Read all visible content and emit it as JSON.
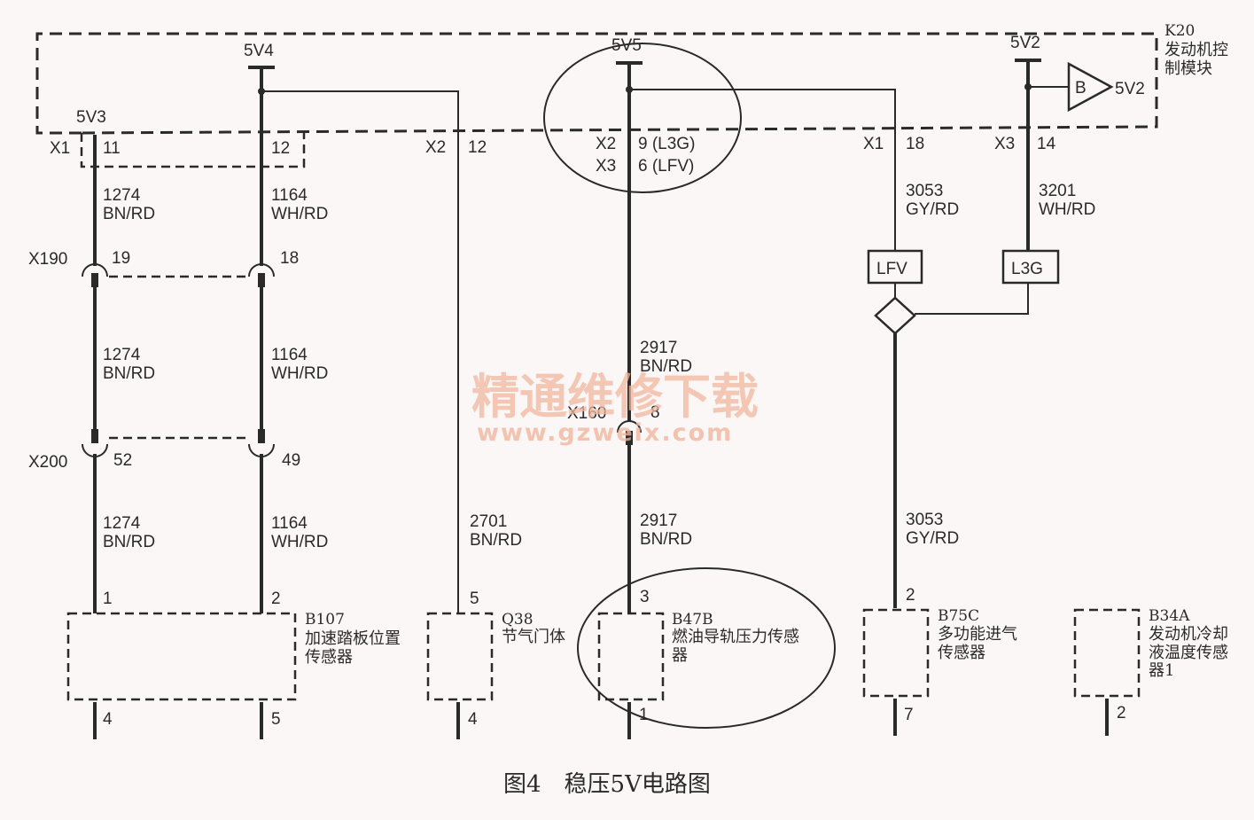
{
  "ecm": {
    "id": "K20",
    "name_line1": "发动机控",
    "name_line2": "制模块",
    "rails": {
      "v3": "5V3",
      "v4": "5V4",
      "v5": "5V5",
      "v2": "5V2"
    },
    "buffer_label": "B",
    "buffer_output": "5V2"
  },
  "connectors": {
    "x1a": "X1",
    "x1a_pin11": "11",
    "x1a_pin12": "12",
    "x2a": "X2",
    "x2a_pin": "12",
    "x2b": "X2",
    "x2b_pin": "9 (L3G)",
    "x3b": "X3",
    "x3b_pin": "6 (LFV)",
    "x1c": "X1",
    "x1c_pin": "18",
    "x3c": "X3",
    "x3c_pin": "14",
    "x190": "X190",
    "x190_pin_a": "19",
    "x190_pin_b": "18",
    "x200": "X200",
    "x200_pin_a": "52",
    "x200_pin_b": "49",
    "x160": "X160",
    "x160_pin": "8"
  },
  "wires": {
    "w1274": "1274",
    "bnrd": "BN/RD",
    "w1164": "1164",
    "whrd": "WH/RD",
    "w2701": "2701",
    "w2917": "2917",
    "w3053": "3053",
    "gyrd": "GY/RD",
    "w3201": "3201"
  },
  "options": {
    "lfv": "LFV",
    "l3g": "L3G"
  },
  "sensors": {
    "b107": {
      "id": "B107",
      "line1": "加速踏板位置",
      "line2": "传感器",
      "pin_a": "1",
      "pin_b": "2",
      "gnd_a": "4",
      "gnd_b": "5"
    },
    "q38": {
      "id": "Q38",
      "line1": "节气门体",
      "pin": "5",
      "gnd": "4"
    },
    "b47b": {
      "id": "B47B",
      "line1": "燃油导轨压力传感",
      "line2": "器",
      "pin": "3",
      "gnd": "1"
    },
    "b75c": {
      "id": "B75C",
      "line1": "多功能进气",
      "line2": "传感器",
      "pin": "2",
      "gnd": "7"
    },
    "b34a": {
      "id": "B34A",
      "line1": "发动机冷却",
      "line2": "液温度传感",
      "line3": "器1",
      "gnd": "2"
    }
  },
  "watermark": {
    "cn": "精通维修下载",
    "en": "www.gzweix.com"
  },
  "caption": "图4　稳压5V电路图"
}
